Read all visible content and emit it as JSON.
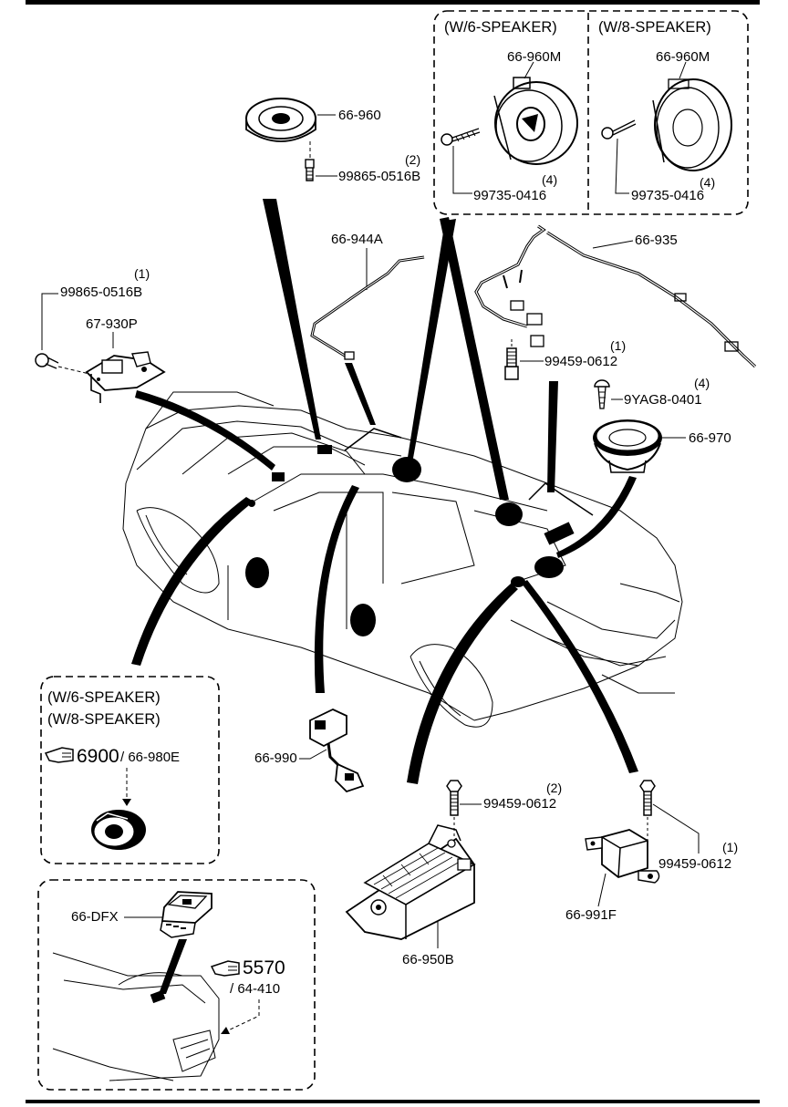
{
  "boxes": {
    "w6_top": "(W/6-SPEAKER)",
    "w8_top": "(W/8-SPEAKER)",
    "left_w6": "(W/6-SPEAKER)",
    "left_w8": "(W/8-SPEAKER)"
  },
  "refs": {
    "r6900": "6900",
    "r6900_sub": "/ 66-980E",
    "r5570": "5570",
    "r5570_sub": "/ 64-410"
  },
  "labels": {
    "p66_960": "66-960",
    "p99865_top": "99865-0516B",
    "q99865_top": "(2)",
    "p66_960M_a": "66-960M",
    "p99735_a": "99735-0416",
    "q99735_a": "(4)",
    "p66_960M_b": "66-960M",
    "p99735_b": "99735-0416",
    "q99735_b": "(4)",
    "p66_944A": "66-944A",
    "p66_935": "66-935",
    "p99865_left": "99865-0516B",
    "q99865_left": "(1)",
    "p67_930P": "67-930P",
    "p99459_mid": "99459-0612",
    "q99459_mid": "(1)",
    "p9YAG8": "9YAG8-0401",
    "q9YAG8": "(4)",
    "p66_970": "66-970",
    "p66_990": "66-990",
    "p99459_lower": "99459-0612",
    "q99459_lower": "(2)",
    "p99459_right": "99459-0612",
    "q99459_right": "(1)",
    "p66_991F": "66-991F",
    "p66_950B": "66-950B",
    "p66_DFX": "66-DFX"
  },
  "icons": {
    "reference_pointer": "hand-pointer-icon"
  }
}
